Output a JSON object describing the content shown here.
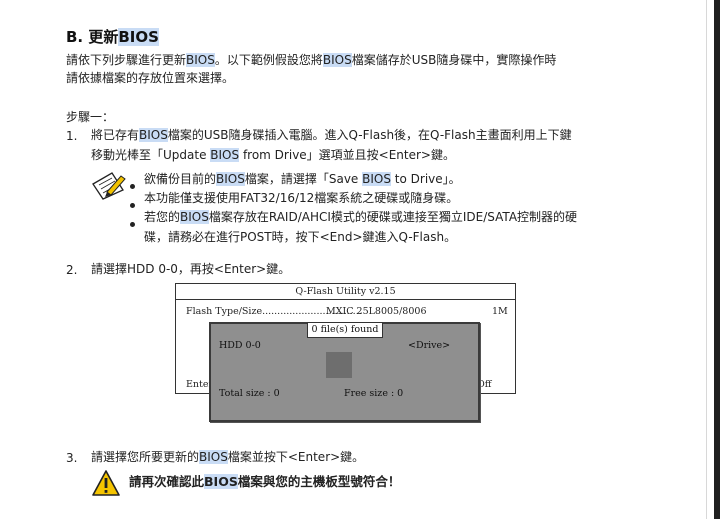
{
  "section": {
    "title_prefix": "B. 更新",
    "title_hl": "BIOS"
  },
  "intro": {
    "l1a": "請依下列步驟進行更新",
    "l1b": "BIOS",
    "l1c": "。以下範例假設您將",
    "l1d": "BIOS",
    "l1e": "檔案儲存於USB隨身碟中，實際操作時",
    "l2": "請依據檔案的存放位置來選擇。"
  },
  "step1": {
    "heading": "步驟一：",
    "num": "1.",
    "l1a": "將已存有",
    "l1b": "BIOS",
    "l1c": "檔案的USB隨身碟插入電腦。進入Q-Flash後，在Q-Flash主畫面利用上下鍵",
    "l2a": "移動光棒至「Update ",
    "l2b": "BIOS",
    "l2c": " from Drive」選項並且按<Enter>鍵。",
    "notes": {
      "n1a": "欲備份目前的",
      "n1b": "BIOS",
      "n1c": "檔案，請選擇「Save ",
      "n1d": "BIOS",
      "n1e": " to Drive」。",
      "n2": "本功能僅支援使用FAT32/16/12檔案系統之硬碟或隨身碟。",
      "n3a": "若您的",
      "n3b": "BIOS",
      "n3c": "檔案存放在RAID/AHCI模式的硬碟或連接至獨立IDE/SATA控制器的硬",
      "n3d": "碟，請務必在進行POST時，按下<End>鍵進入Q-Flash。"
    }
  },
  "step2": {
    "num": "2.",
    "text": "請選擇HDD 0-0，再按<Enter>鍵。"
  },
  "qflash": {
    "title": "Q-Flash Utility v2.15",
    "flash_label": "Flash Type/Size.................................",
    "flash_value": "MXIC 25L8005/8006",
    "flash_size": "1M",
    "left_fragment": "Enter",
    "right_fragment": "Off",
    "dialog_title": "0 file(s) found",
    "drive_name": "HDD 0-0",
    "drive_tag": "<Drive>",
    "total_size": "Total size : 0",
    "free_size": "Free size : 0"
  },
  "step3": {
    "num": "3.",
    "a": "請選擇您所要更新的",
    "b": "BIOS",
    "c": "檔案並按下<Enter>鍵。"
  },
  "warning": {
    "a": "請再次確認此",
    "b": "BIOS",
    "c": "檔案與您的主機板型號符合！"
  },
  "colors": {
    "highlight": "#c9dcf5",
    "warning_yellow": "#f5c400",
    "dialog_gray": "#8f8f8f"
  }
}
